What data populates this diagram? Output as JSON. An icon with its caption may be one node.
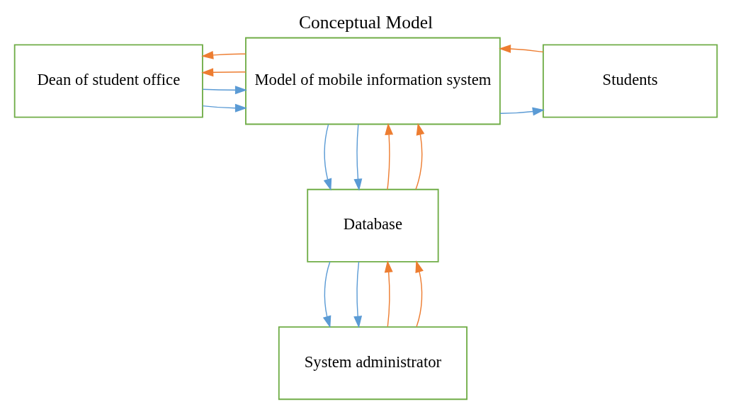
{
  "diagram": {
    "title": "Conceptual Model",
    "nodes": [
      {
        "text": [
          "Dean of student office"
        ]
      },
      {
        "text": [
          "Model of mobile information system"
        ]
      },
      {
        "text": [
          "Students"
        ]
      },
      {
        "text": [
          "Database"
        ]
      },
      {
        "text": [
          "System administrator"
        ]
      }
    ],
    "edges": [
      {
        "from": 0,
        "to": 1,
        "arrow": "to",
        "color": "#5b9bd5"
      },
      {
        "from": 0,
        "to": 1,
        "arrow": "to",
        "color": "#5b9bd5"
      },
      {
        "from": 1,
        "to": 0,
        "arrow": "to",
        "color": "#ed7d31"
      },
      {
        "from": 1,
        "to": 0,
        "arrow": "to",
        "color": "#ed7d31"
      },
      {
        "from": 1,
        "to": 2,
        "arrow": "to",
        "color": "#5b9bd5"
      },
      {
        "from": 2,
        "to": 1,
        "arrow": "to",
        "color": "#ed7d31"
      },
      {
        "from": 1,
        "to": 3,
        "arrow": "to",
        "color": "#5b9bd5"
      },
      {
        "from": 1,
        "to": 3,
        "arrow": "to",
        "color": "#5b9bd5"
      },
      {
        "from": 3,
        "to": 1,
        "arrow": "to",
        "color": "#ed7d31"
      },
      {
        "from": 3,
        "to": 1,
        "arrow": "to",
        "color": "#ed7d31"
      },
      {
        "from": 3,
        "to": 4,
        "arrow": "to",
        "color": "#5b9bd5"
      },
      {
        "from": 3,
        "to": 4,
        "arrow": "to",
        "color": "#5b9bd5"
      },
      {
        "from": 4,
        "to": 3,
        "arrow": "to",
        "color": "#ed7d31"
      },
      {
        "from": 4,
        "to": 3,
        "arrow": "to",
        "color": "#ed7d31"
      }
    ]
  }
}
